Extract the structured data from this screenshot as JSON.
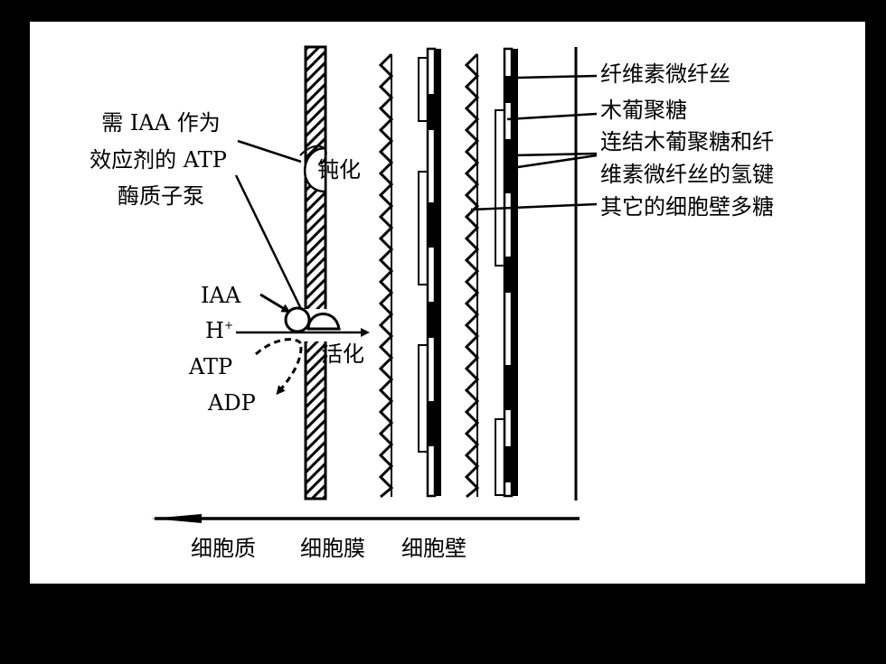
{
  "left_label": {
    "line1": "需 IAA 作为",
    "line2": "效应剂的 ATP",
    "line3": "酶质子泵"
  },
  "state_inactive": "钝化",
  "state_active": "活化",
  "molecules": {
    "iaa": "IAA",
    "h": "H",
    "h_sup": "+",
    "atp": "ATP",
    "adp": "ADP"
  },
  "right_labels": {
    "cellulose": "纤维素微纤丝",
    "xyloglucan": "木葡聚糖",
    "hbond_line1": "连结木葡聚糖和纤",
    "hbond_line2": "维素微纤丝的氢键",
    "other": "其它的细胞壁多糖"
  },
  "bottom_labels": {
    "cytoplasm": "细胞质",
    "membrane": "细胞膜",
    "wall": "细胞壁"
  },
  "colors": {
    "background": "#000000",
    "slide": "#ffffff",
    "ink": "#000000"
  }
}
